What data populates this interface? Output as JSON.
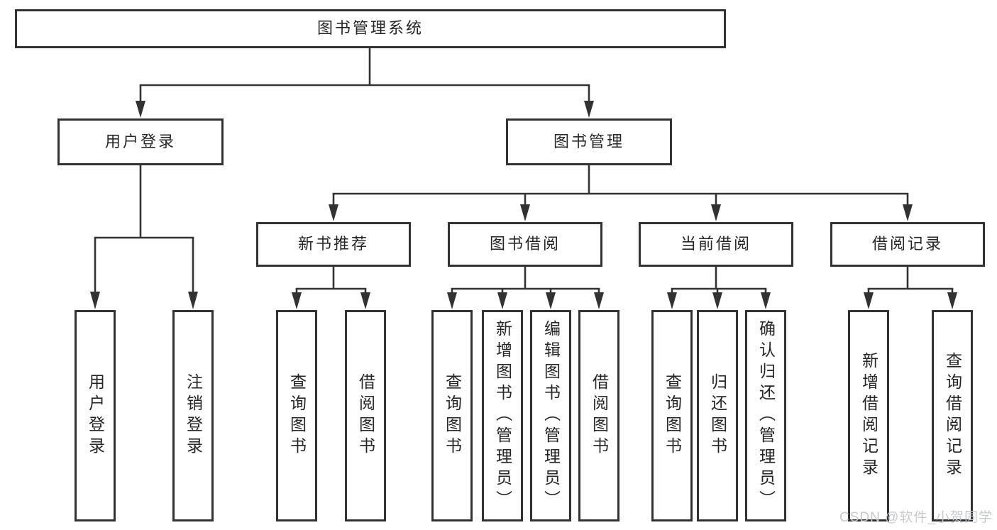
{
  "tree": {
    "root": {
      "label": "图书管理系统"
    },
    "branches": [
      {
        "label": "用户登录",
        "leaves": [
          {
            "label": "用户登录"
          },
          {
            "label": "注销登录"
          }
        ]
      },
      {
        "label": "图书管理",
        "sections": [
          {
            "label": "新书推荐",
            "leaves": [
              {
                "label": "查询图书"
              },
              {
                "label": "借阅图书"
              }
            ]
          },
          {
            "label": "图书借阅",
            "leaves": [
              {
                "label": "查询图书"
              },
              {
                "label": "新增图书（管理员）"
              },
              {
                "label": "编辑图书（管理员）"
              },
              {
                "label": "借阅图书"
              }
            ]
          },
          {
            "label": "当前借阅",
            "leaves": [
              {
                "label": "查询图书"
              },
              {
                "label": "归还图书"
              },
              {
                "label": "确认归还（管理员）"
              }
            ]
          },
          {
            "label": "借阅记录",
            "leaves": [
              {
                "label": "新增借阅记录"
              },
              {
                "label": "查询借阅记录"
              }
            ]
          }
        ]
      }
    ]
  },
  "watermark": {
    "text": "CSDN @软件_小贺同学"
  },
  "colors": {
    "line": "#323232",
    "node_border": "#323232",
    "node_text": "#262626",
    "watermark_text": "#c5c8ca",
    "background": "#ffffff"
  }
}
